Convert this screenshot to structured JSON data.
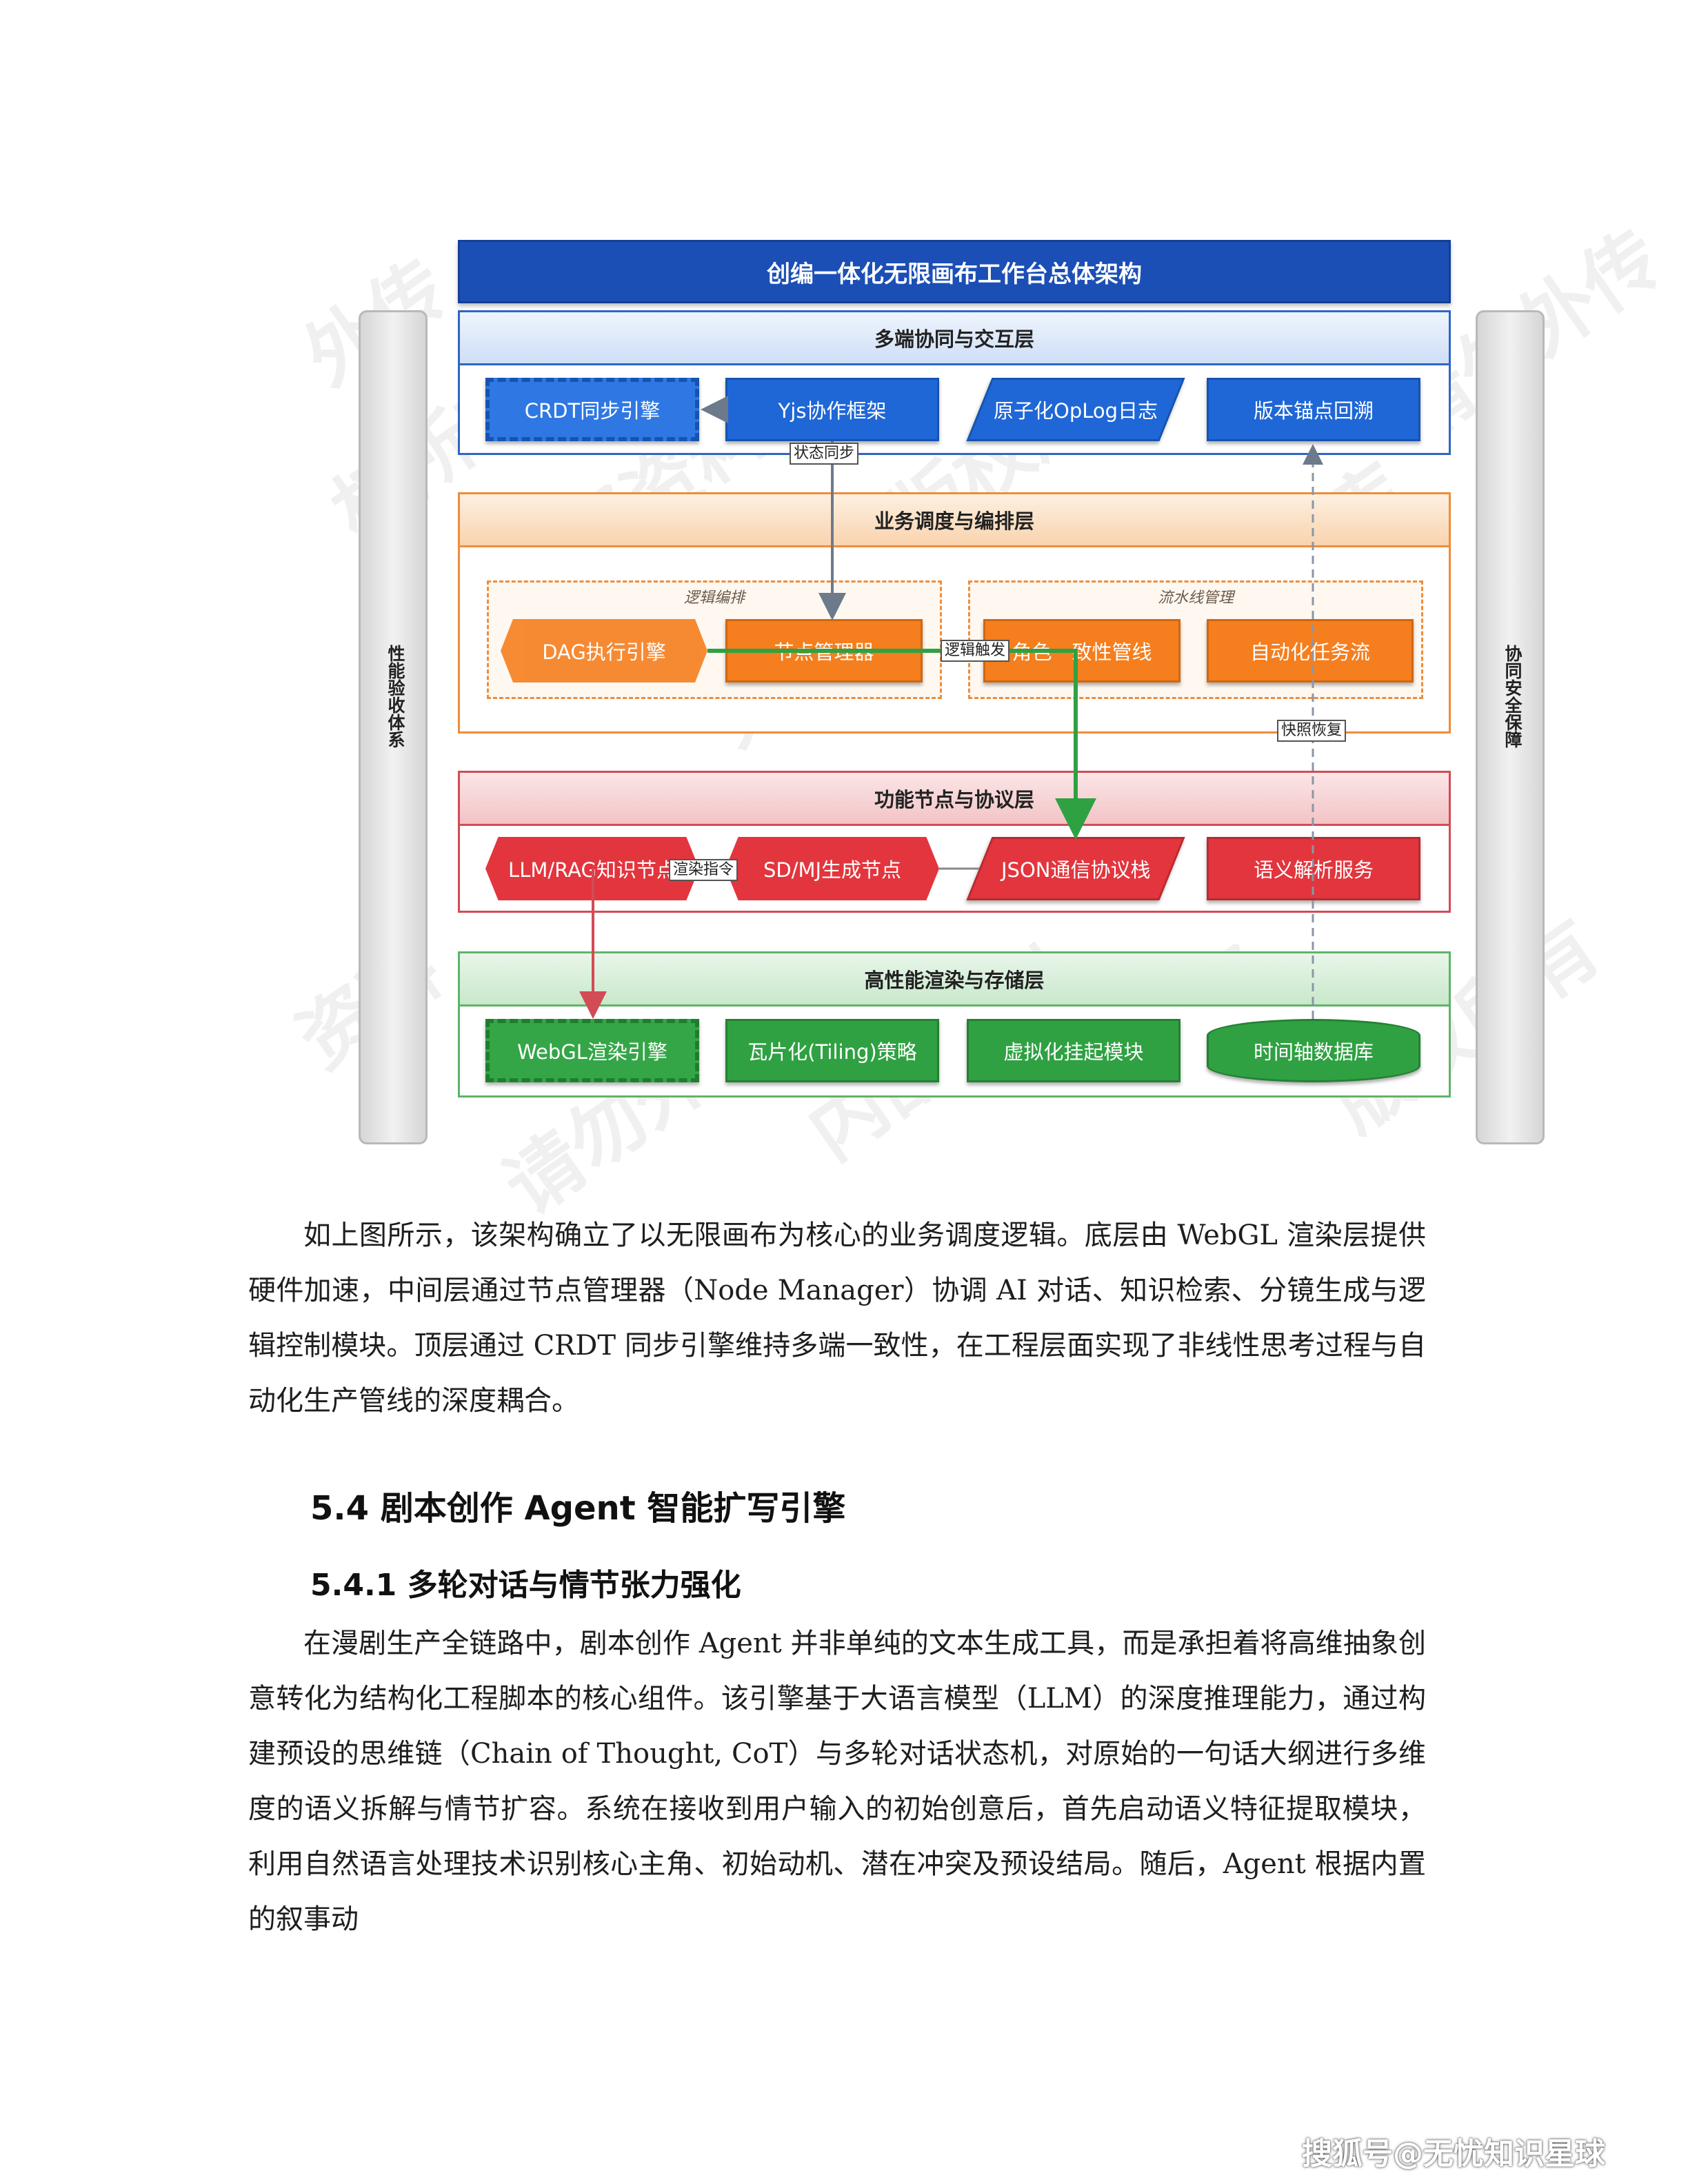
{
  "diagram": {
    "title": "创编一体化无限画布工作台总体架构",
    "left_pillar": "性能验收体系",
    "right_pillar": "协同安全保障",
    "layer1": {
      "title": "多端协同与交互层",
      "nodes": [
        "CRDT同步引擎",
        "Yjs协作框架",
        "原子化OpLog日志",
        "版本锚点回溯"
      ]
    },
    "layer2": {
      "title": "业务调度与编排层",
      "group_left": "逻辑编排",
      "group_right": "流水线管理",
      "nodes": [
        "DAG执行引擎",
        "节点管理器",
        "角色一致性管线",
        "自动化任务流"
      ]
    },
    "layer3": {
      "title": "功能节点与协议层",
      "nodes": [
        "LLM/RAG知识节点",
        "SD/MJ生成节点",
        "JSON通信协议栈",
        "语义解析服务"
      ]
    },
    "layer4": {
      "title": "高性能渲染与存储层",
      "nodes": [
        "WebGL渲染引擎",
        "瓦片化(Tiling)策略",
        "虚拟化挂起模块",
        "时间轴数据库"
      ]
    },
    "tags": {
      "state_sync": "状态同步",
      "logic_trigger": "逻辑触发",
      "snapshot_restore": "快照恢复",
      "render_cmd": "渲染指令"
    }
  },
  "watermarks": [
    "外传",
    "权所有",
    "内部资料",
    "无忧智库",
    "请勿外传",
    "版权所有",
    "资料",
    "内部"
  ],
  "paragraph1": "如上图所示，该架构确立了以无限画布为核心的业务调度逻辑。底层由 WebGL 渲染层提供硬件加速，中间层通过节点管理器（Node Manager）协调 AI 对话、知识检索、分镜生成与逻辑控制模块。顶层通过 CRDT 同步引擎维持多端一致性，在工程层面实现了非线性思考过程与自动化生产管线的深度耦合。",
  "section_title": "5.4 剧本创作 Agent 智能扩写引擎",
  "subsection_title": "5.4.1 多轮对话与情节张力强化",
  "paragraph2": "在漫剧生产全链路中，剧本创作 Agent 并非单纯的文本生成工具，而是承担着将高维抽象创意转化为结构化工程脚本的核心组件。该引擎基于大语言模型（LLM）的深度推理能力，通过构建预设的思维链（Chain of Thought, CoT）与多轮对话状态机，对原始的一句话大纲进行多维度的语义拆解与情节扩容。系统在接收到用户输入的初始创意后，首先启动语义特征提取模块，利用自然语言处理技术识别核心主角、初始动机、潜在冲突及预设结局。随后，Agent 根据内置的叙事动",
  "footer_watermark": "搜狐号@无忧知识星球"
}
